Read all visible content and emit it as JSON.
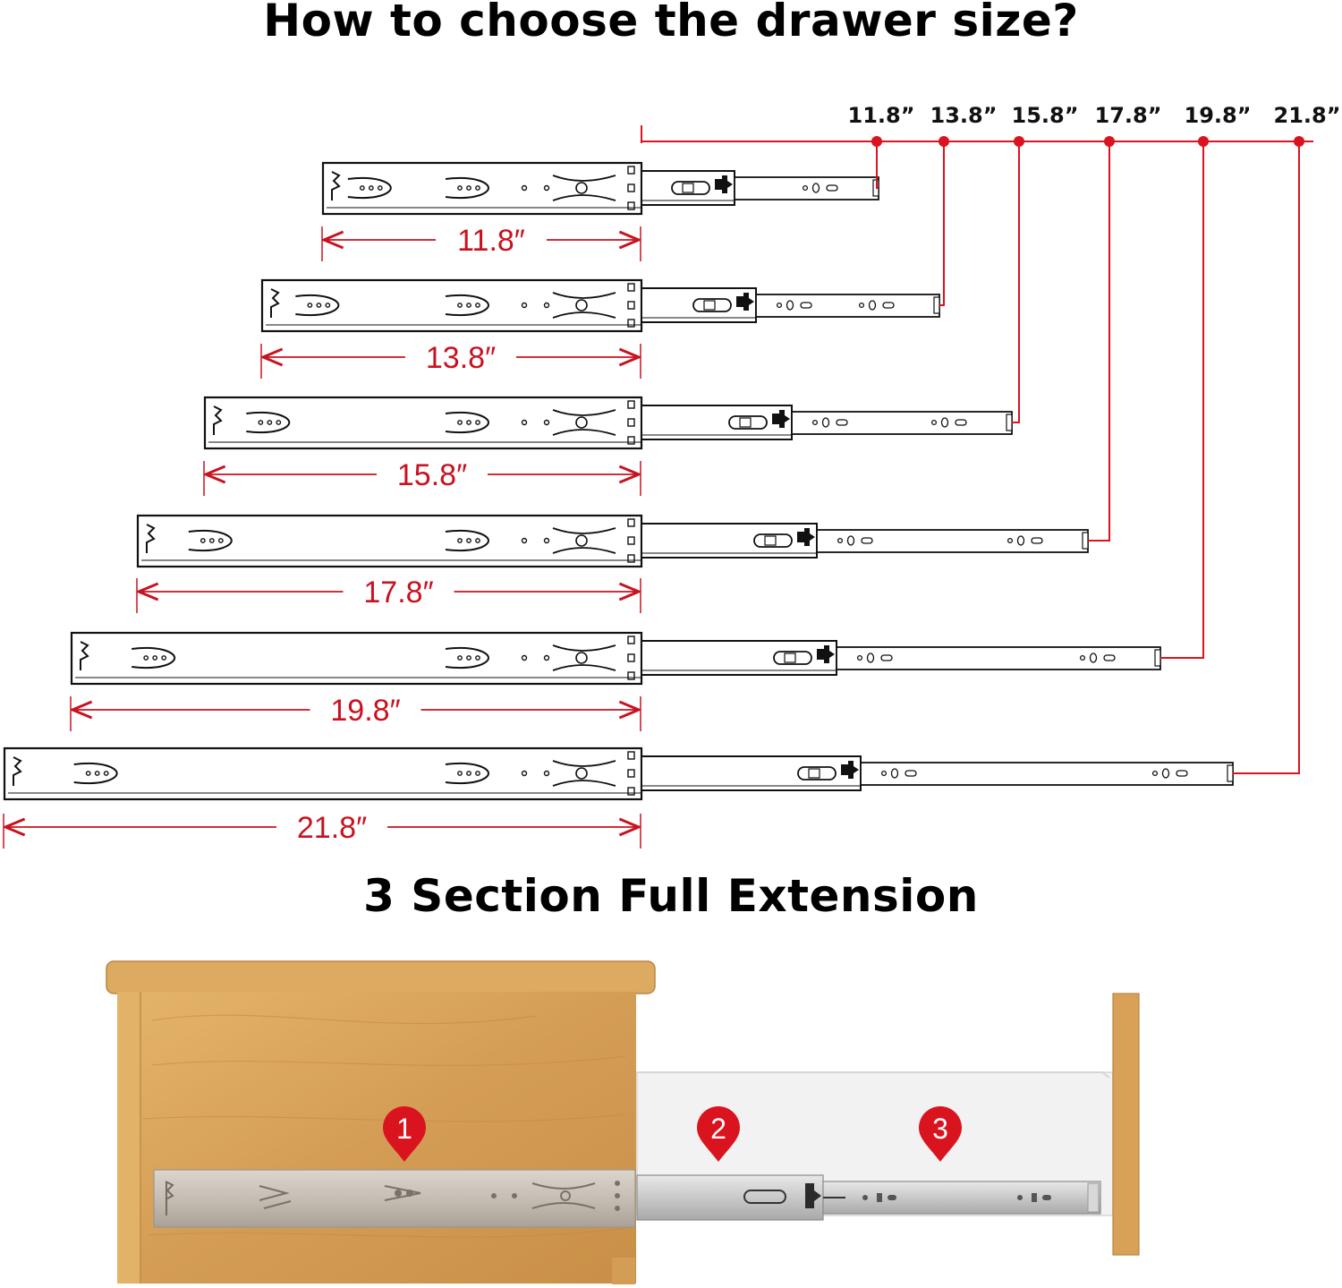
{
  "title": "How to choose the drawer size?",
  "section_title": "3 Section Full Extension",
  "sizes": [
    {
      "label": "11.8″",
      "top_label": "11.8”"
    },
    {
      "label": "13.8″",
      "top_label": "13.8”"
    },
    {
      "label": "15.8″",
      "top_label": "15.8”"
    },
    {
      "label": "17.8″",
      "top_label": "17.8”"
    },
    {
      "label": "19.8″",
      "top_label": "19.8”"
    },
    {
      "label": "21.8″",
      "top_label": "21.8”"
    }
  ],
  "sections": [
    "1",
    "2",
    "3"
  ],
  "colors": {
    "accent": "#d9141e",
    "dimension": "#c8121f",
    "wood": "#d9a45a",
    "rail": "#cfcfcf"
  }
}
